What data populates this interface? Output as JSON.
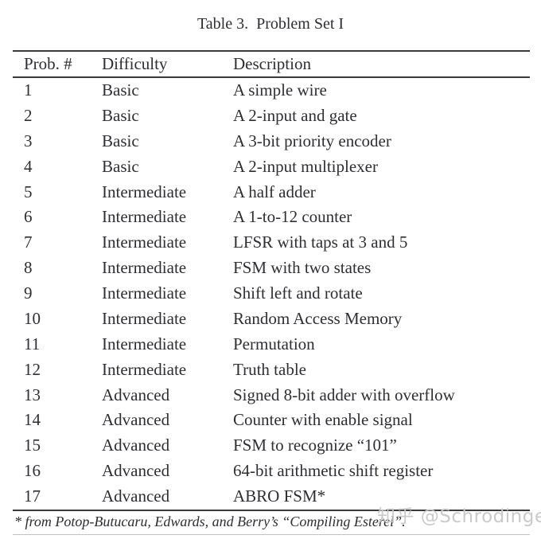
{
  "caption": "Table 3.  Problem Set I",
  "table": {
    "headers": [
      "Prob. #",
      "Difficulty",
      "Description"
    ],
    "rows": [
      {
        "num": "1",
        "difficulty": "Basic",
        "description": "A simple wire"
      },
      {
        "num": "2",
        "difficulty": "Basic",
        "description": "A 2-input and gate"
      },
      {
        "num": "3",
        "difficulty": "Basic",
        "description": "A 3-bit priority encoder"
      },
      {
        "num": "4",
        "difficulty": "Basic",
        "description": "A 2-input multiplexer"
      },
      {
        "num": "5",
        "difficulty": "Intermediate",
        "description": "A half adder"
      },
      {
        "num": "6",
        "difficulty": "Intermediate",
        "description": "A 1-to-12 counter"
      },
      {
        "num": "7",
        "difficulty": "Intermediate",
        "description": "LFSR with taps at 3 and 5"
      },
      {
        "num": "8",
        "difficulty": "Intermediate",
        "description": "FSM with two states"
      },
      {
        "num": "9",
        "difficulty": "Intermediate",
        "description": "Shift left and rotate"
      },
      {
        "num": "10",
        "difficulty": "Intermediate",
        "description": "Random Access Memory"
      },
      {
        "num": "11",
        "difficulty": "Intermediate",
        "description": "Permutation"
      },
      {
        "num": "12",
        "difficulty": "Intermediate",
        "description": "Truth table"
      },
      {
        "num": "13",
        "difficulty": "Advanced",
        "description": "Signed 8-bit adder with overflow"
      },
      {
        "num": "14",
        "difficulty": "Advanced",
        "description": "Counter with enable signal"
      },
      {
        "num": "15",
        "difficulty": "Advanced",
        "description": "FSM to recognize “101”"
      },
      {
        "num": "16",
        "difficulty": "Advanced",
        "description": "64-bit arithmetic shift register"
      },
      {
        "num": "17",
        "difficulty": "Advanced",
        "description": "ABRO FSM*"
      }
    ]
  },
  "footnote": "* from Potop-Butucaru, Edwards, and Berry’s “Compiling Esterel”.",
  "watermark": "知乎 @Schrodinger",
  "colors": {
    "text": "#2e2e33",
    "rule": "#3a3a3a",
    "faint_rule": "#c2c2c2",
    "watermark": "#c8c8c8",
    "background": "#ffffff"
  }
}
